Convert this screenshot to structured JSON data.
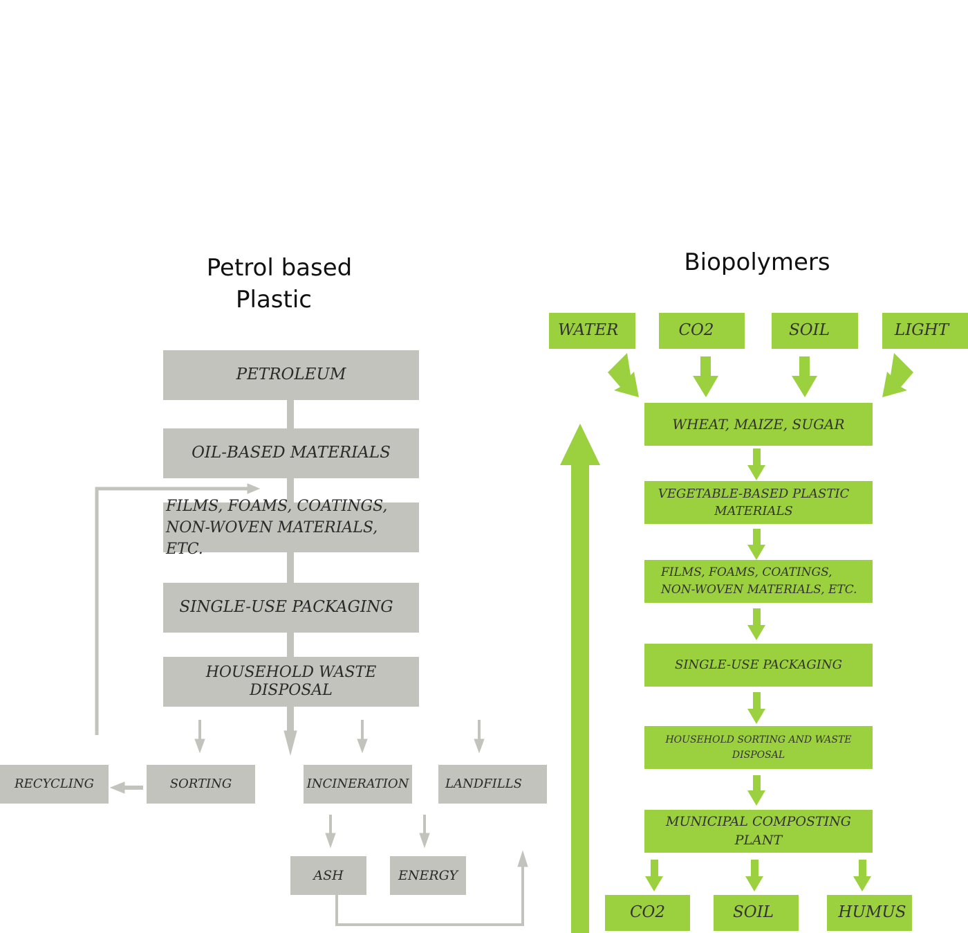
{
  "petrol": {
    "title_line1": "Petrol based",
    "title_line2": "Plastic",
    "color": "#c3c3bd",
    "boxes": {
      "petroleum": "PETROLEUM",
      "oil_based": "OIL-BASED MATERIALS",
      "films_line1": "FILMS, FOAMS, COATINGS,",
      "films_line2": "NON-WOVEN MATERIALS, ETC.",
      "packaging": "SINGLE-USE PACKAGING",
      "household": "HOUSEHOLD WASTE DISPOSAL",
      "recycling": "RECYCLING",
      "sorting": "SORTING",
      "incineration": "INCINERATION",
      "landfills": "LANDFILLS",
      "ash": "ASH",
      "energy": "ENERGY"
    }
  },
  "bio": {
    "title": "Biopolymers",
    "color": "#9bd03f",
    "inputs": {
      "water": "WATER",
      "co2": "CO2",
      "soil": "SOIL",
      "light": "LIGHT"
    },
    "boxes": {
      "wheat": "WHEAT, MAIZE, SUGAR",
      "veg_line1": "VEGETABLE-BASED PLASTIC",
      "veg_line2": "MATERIALS",
      "films_line1": "FILMS, FOAMS, COATINGS,",
      "films_line2": "NON-WOVEN MATERIALS, ETC.",
      "packaging": "SINGLE-USE PACKAGING",
      "household_line1": "HOUSEHOLD SORTING AND WASTE",
      "household_line2": "DISPOSAL",
      "compost_line1": "MUNICIPAL COMPOSTING",
      "compost_line2": "PLANT"
    },
    "outputs": {
      "co2": "CO2",
      "soil": "SOIL",
      "humus": "HUMUS"
    }
  }
}
